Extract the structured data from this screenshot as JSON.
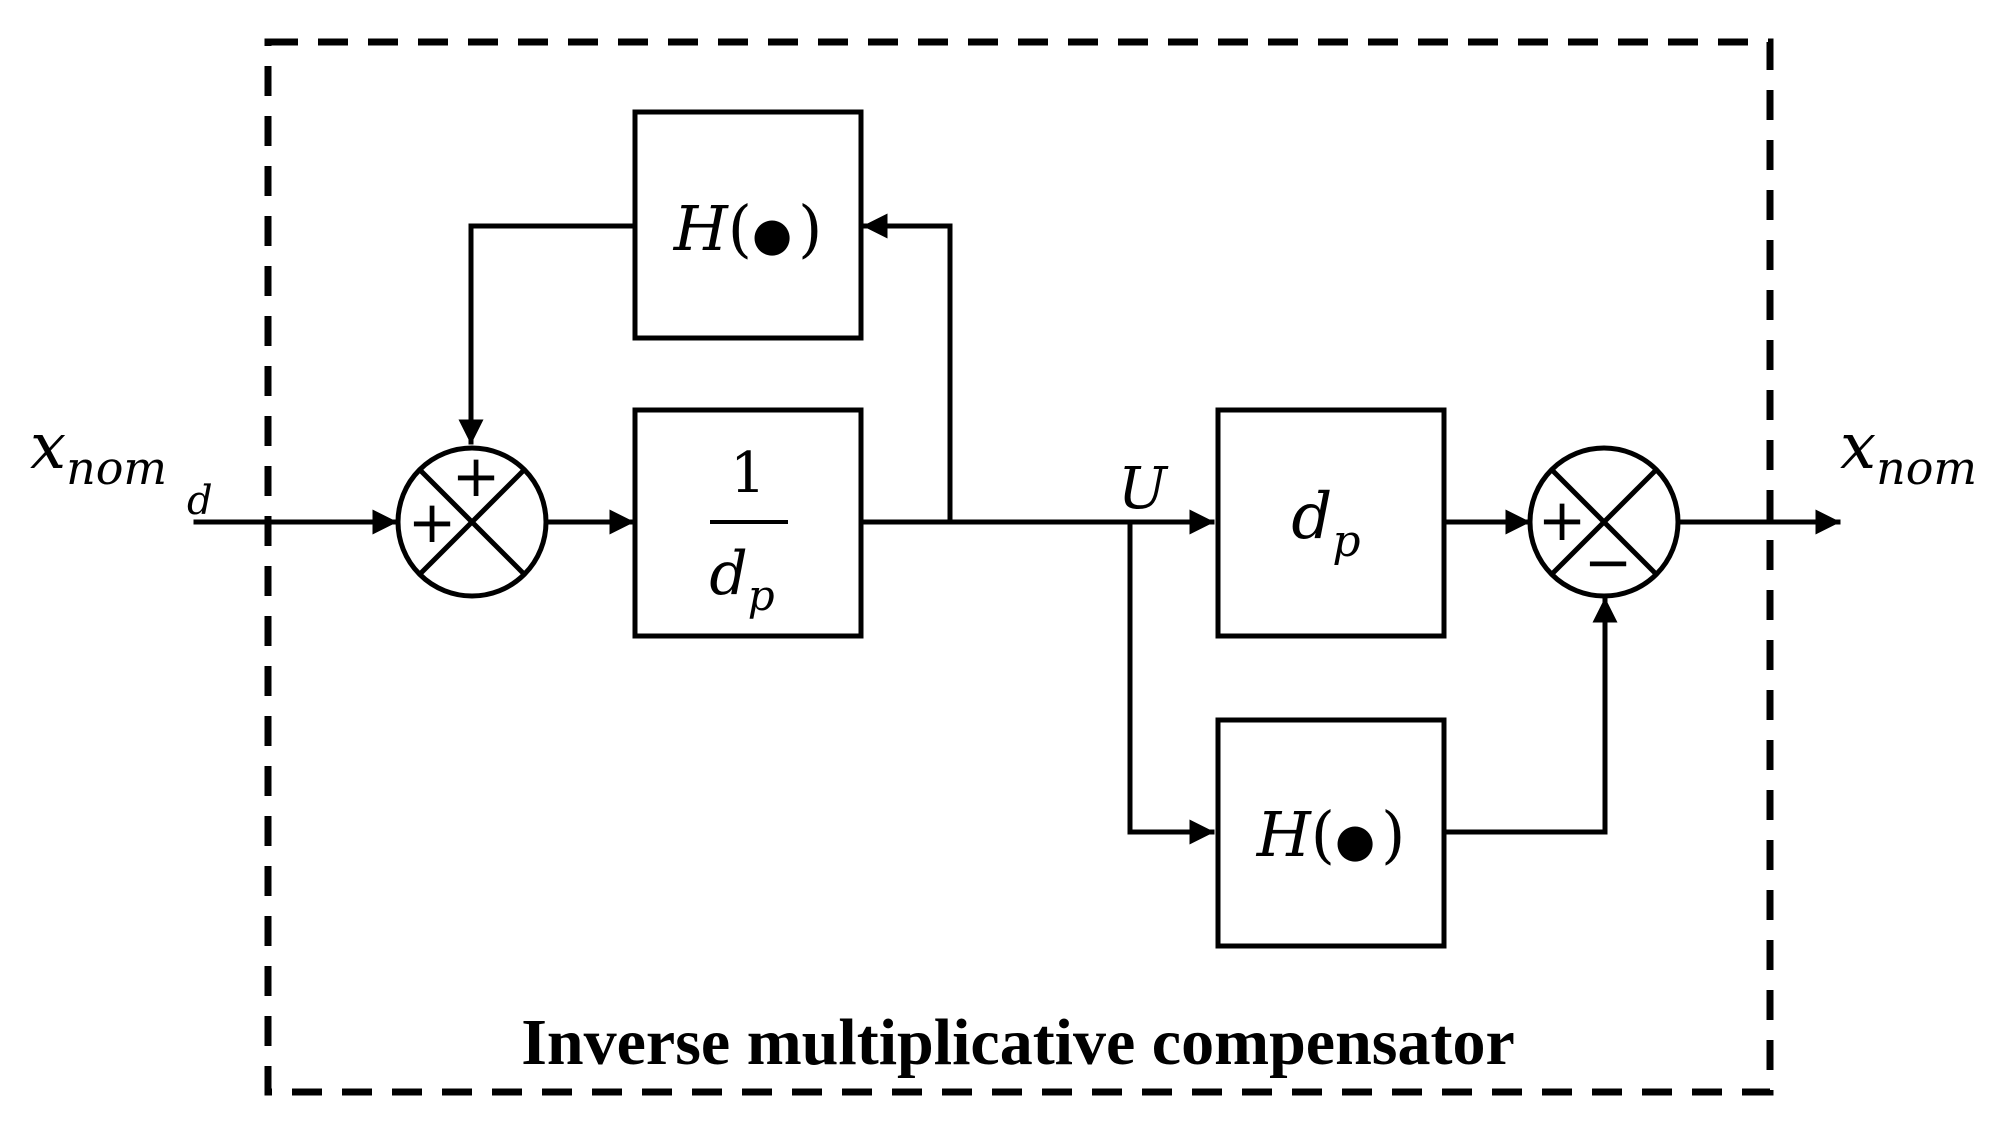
{
  "title": "Inverse multiplicative compensator",
  "input": {
    "symbol": "x",
    "subscript": "nom",
    "suffix": "d"
  },
  "output": {
    "symbol": "x",
    "subscript": "nom"
  },
  "blocks": {
    "feedback_H": {
      "func": "H",
      "open": "(",
      "dot": "●",
      "close": ")"
    },
    "inverse": {
      "numerator": "1",
      "denominator_symbol": "d",
      "denominator_subscript": "p"
    },
    "gain": {
      "symbol": "d",
      "subscript": "p"
    },
    "parallel_H": {
      "func": "H",
      "open": "(",
      "dot": "●",
      "close": ")"
    }
  },
  "signal_U": "U",
  "sum1": {
    "top_sign": "+",
    "left_sign": "+"
  },
  "sum2": {
    "left_sign": "+",
    "bottom_sign": "−"
  }
}
